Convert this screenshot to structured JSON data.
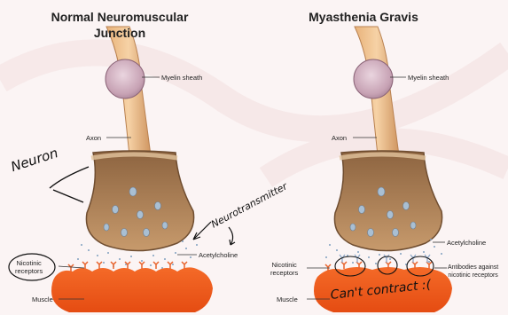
{
  "titles": {
    "left_line1": "Normal Neuromuscular",
    "left_line2": "Junction",
    "right": "Myasthenia Gravis"
  },
  "left_labels": {
    "myelin": "Myelin sheath",
    "axon": "Axon",
    "ach": "Acetylcholine",
    "nicotinic_1": "Nicotinic",
    "nicotinic_2": "receptors",
    "muscle": "Muscle"
  },
  "right_labels": {
    "myelin": "Myelin sheath",
    "axon": "Axon",
    "ach": "Acetylcholine",
    "nicotinic_1": "Nicotinic",
    "nicotinic_2": "receptors",
    "muscle": "Muscle",
    "antibodies_1": "Antibodies against",
    "antibodies_2": "nicotinic receptors"
  },
  "handwriting": {
    "neuron": "Neuron",
    "neurotransmitter": "Neurotransmitter",
    "cant_contract": "Can't contract :("
  },
  "colors": {
    "myelin": "#c9a9b8",
    "axon": "#d9a46a",
    "terminal": "#a07850",
    "terminal_fill": "#c49a6c",
    "vesicle": "#9fb4c8",
    "muscle": "#f05a1e",
    "receptor": "#e8622a",
    "antibody": "#8fa8c8"
  }
}
